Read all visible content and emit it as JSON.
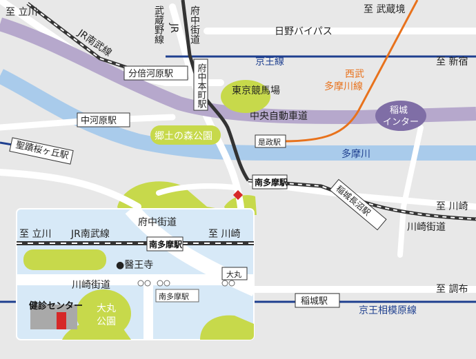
{
  "colors": {
    "background": "#e8e8e8",
    "road": "#ffffff",
    "expressway": "#b6a8cc",
    "river": "#a9cbeb",
    "keio_line": "#1e3f8f",
    "seibu_line": "#e8721c",
    "jr_line": "#333333",
    "park": "#c7d94b",
    "inset_bg": "#d7e9f7"
  },
  "labels": {
    "to_tachikawa_top": "至 立川",
    "jr_nambu_line": "JR南武線",
    "musashino_jr": "武蔵野線",
    "jr_vertical": "JR",
    "fuchu_kaido": "府中街道",
    "to_musashisakai": "至 武蔵境",
    "hino_bypass": "日野バイパス",
    "keio_line": "京王線",
    "to_shinjuku": "至 新宿",
    "bubaigawara_station": "分倍河原駅",
    "fuchu_hommachi_station": "府中本町駅",
    "tokyo_racecourse": "東京競馬場",
    "seibu_tamagawa_line_1": "西武",
    "seibu_tamagawa_line_2": "多摩川線",
    "inagi_ic_1": "稲城",
    "inagi_ic_2": "インター",
    "chuo_expressway": "中央自動車道",
    "nakagawara_station": "中河原駅",
    "kyodo_no_mori_park": "郷土の森公園",
    "koremasa_station": "是政駅",
    "seiseki_station": "聖蹟桜ヶ丘駅",
    "tamagawa_river": "多摩川",
    "minamitama_station": "南多摩駅",
    "inaginagano_station": "稲城長沼駅",
    "to_kawasaki_right": "至 川崎",
    "kawasaki_kaido_right": "川崎街道",
    "to_chofu": "至 調布",
    "inagi_station": "稲城駅",
    "keio_sagamihara_line": "京王相模原線"
  },
  "inset": {
    "fuchu_kaido": "府中街道",
    "to_tachikawa": "至 立川",
    "jr_nambu_line": "JR南武線",
    "to_kawasaki": "至 川崎",
    "minamitama_station": "南多摩駅",
    "ioji_temple": "●醫王寺",
    "omaru": "大丸",
    "kawasaki_kaido": "川崎街道",
    "minamitama_station_small": "南多摩駅",
    "health_center": "健診センター",
    "omaru_park_1": "大丸",
    "omaru_park_2": "公園"
  }
}
